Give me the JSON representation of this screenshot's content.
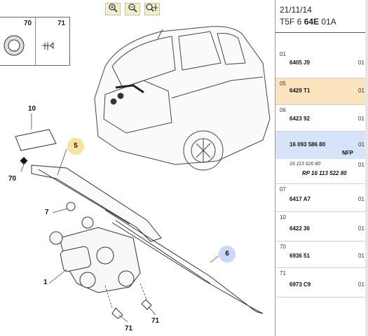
{
  "toolbar": {
    "zoom_in_icon": "magnifier-plus-icon",
    "zoom_out_icon": "magnifier-minus-icon",
    "zoom_fit_icon": "magnifier-move-icon"
  },
  "inset": {
    "left_label": "70",
    "right_label": "71"
  },
  "callouts": {
    "c10": "10",
    "c5": "5",
    "c70": "70",
    "c7": "7",
    "c6": "6",
    "c1": "1",
    "c71a": "71",
    "c71b": "71"
  },
  "colors": {
    "highlight_orange": "#fbe3bd",
    "highlight_blue": "#d6e3f8",
    "callout_yellow": "#f7e39c",
    "callout_blue": "#c9d8f5"
  },
  "header": {
    "date": "21/11/14",
    "ref_prefix": "T5F 6",
    "ref_bold": "64E",
    "ref_suffix": "01A"
  },
  "parts": [
    {
      "idx": "01",
      "ref": "6405 J9",
      "qty": "01"
    },
    {
      "idx": "05",
      "ref": "6429 T1",
      "qty": "01"
    },
    {
      "idx": "06",
      "ref": "6423 92",
      "qty": "01"
    },
    {
      "idx": "",
      "ref": "16 093 586 80",
      "qty": "01",
      "flag": "NFP",
      "sub": "16 113 620 80",
      "sub_qty": "01",
      "sub2": "RP 16 113 522 80"
    },
    {
      "idx": "07",
      "ref": "6417 A7",
      "qty": "01"
    },
    {
      "idx": "10",
      "ref": "6422 36",
      "qty": "01"
    },
    {
      "idx": "70",
      "ref": "6936 51",
      "qty": "01"
    },
    {
      "idx": "71",
      "ref": "6973 C9",
      "qty": "01"
    }
  ]
}
